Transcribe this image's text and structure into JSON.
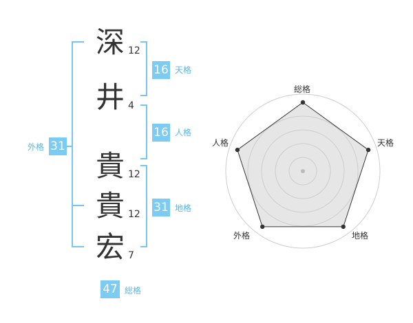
{
  "name_chars": [
    {
      "char": "深",
      "strokes": "12"
    },
    {
      "char": "井",
      "strokes": "4"
    },
    {
      "char": "貴",
      "strokes": "12"
    },
    {
      "char": "貴",
      "strokes": "12"
    },
    {
      "char": "宏",
      "strokes": "7"
    }
  ],
  "fortunes": {
    "tenkaku": {
      "value": "16",
      "label": "天格"
    },
    "jinkaku": {
      "value": "16",
      "label": "人格"
    },
    "chikaku": {
      "value": "31",
      "label": "地格"
    },
    "gaikaku": {
      "value": "31",
      "label": "外格"
    },
    "soukaku": {
      "value": "47",
      "label": "総格"
    }
  },
  "radar": {
    "axes": [
      "総格",
      "天格",
      "地格",
      "外格",
      "人格"
    ],
    "levels": 5,
    "values": [
      1,
      1,
      1,
      1,
      1
    ],
    "colors": {
      "ring": "#cccccc",
      "fill": "#e6e6e6",
      "line": "#333333",
      "dot": "#333333",
      "center": "#bbbbbb"
    }
  },
  "colors": {
    "accent": "#7ccbf3",
    "bracket": "#77c4ee"
  }
}
